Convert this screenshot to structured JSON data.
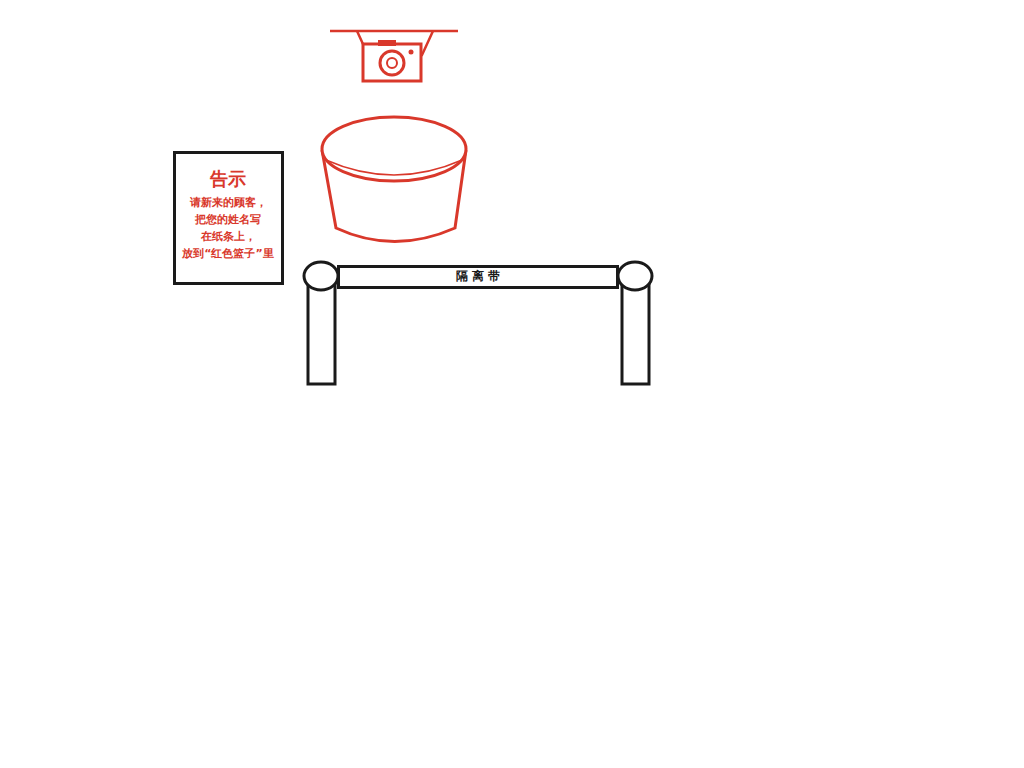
{
  "diagram": {
    "nodes": [
      {
        "text": [
          "告示",
          "请新来的顾客， 把您的姓名写 在纸条上， 放到“红色篮子”里"
        ]
      },
      {
        "text": [
          "隔 离 带"
        ]
      }
    ]
  }
}
